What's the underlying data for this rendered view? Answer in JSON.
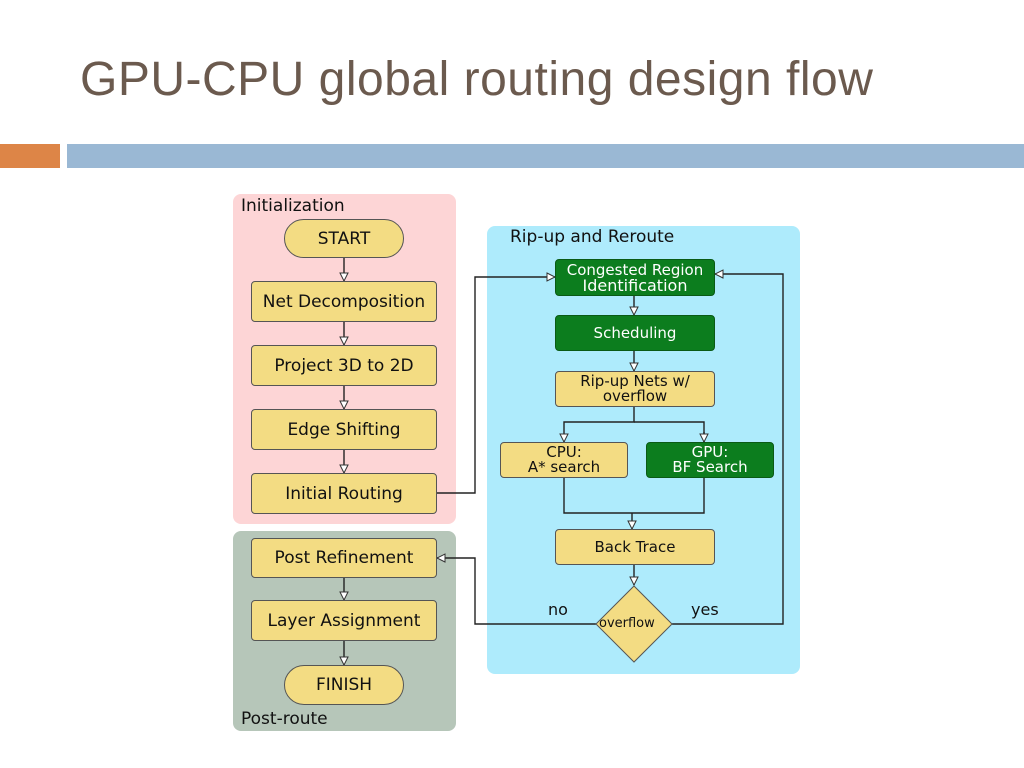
{
  "slide": {
    "title": "GPU-CPU global routing design flow"
  },
  "regions": {
    "init": "Initialization",
    "ripup": "Rip-up and Reroute",
    "post": "Post-route"
  },
  "nodes": {
    "start": "START",
    "net_decomposition": "Net Decomposition",
    "project_3d_2d": "Project 3D to 2D",
    "edge_shifting": "Edge Shifting",
    "initial_routing": "Initial Routing",
    "congested_1": "Congested Region",
    "congested_2": "Identification",
    "scheduling": "Scheduling",
    "ripup_1": "Rip-up Nets w/",
    "ripup_2": "overflow",
    "cpu_1": "CPU:",
    "cpu_2": "A* search",
    "gpu_1": "GPU:",
    "gpu_2": "BF Search",
    "back_trace": "Back Trace",
    "overflow": "overflow",
    "post_refinement": "Post Refinement",
    "layer_assignment": "Layer Assignment",
    "finish": "FINISH"
  },
  "edges": {
    "no": "no",
    "yes": "yes"
  },
  "colors": {
    "init_bg": "#fdd5d6",
    "ripup_bg": "#aeebfc",
    "post_bg": "#b6c6b9",
    "node_yellow": "#f3dc83",
    "node_green": "#0c7d1e",
    "accent_orange": "#dd8547",
    "accent_blue": "#9ab8d4"
  }
}
